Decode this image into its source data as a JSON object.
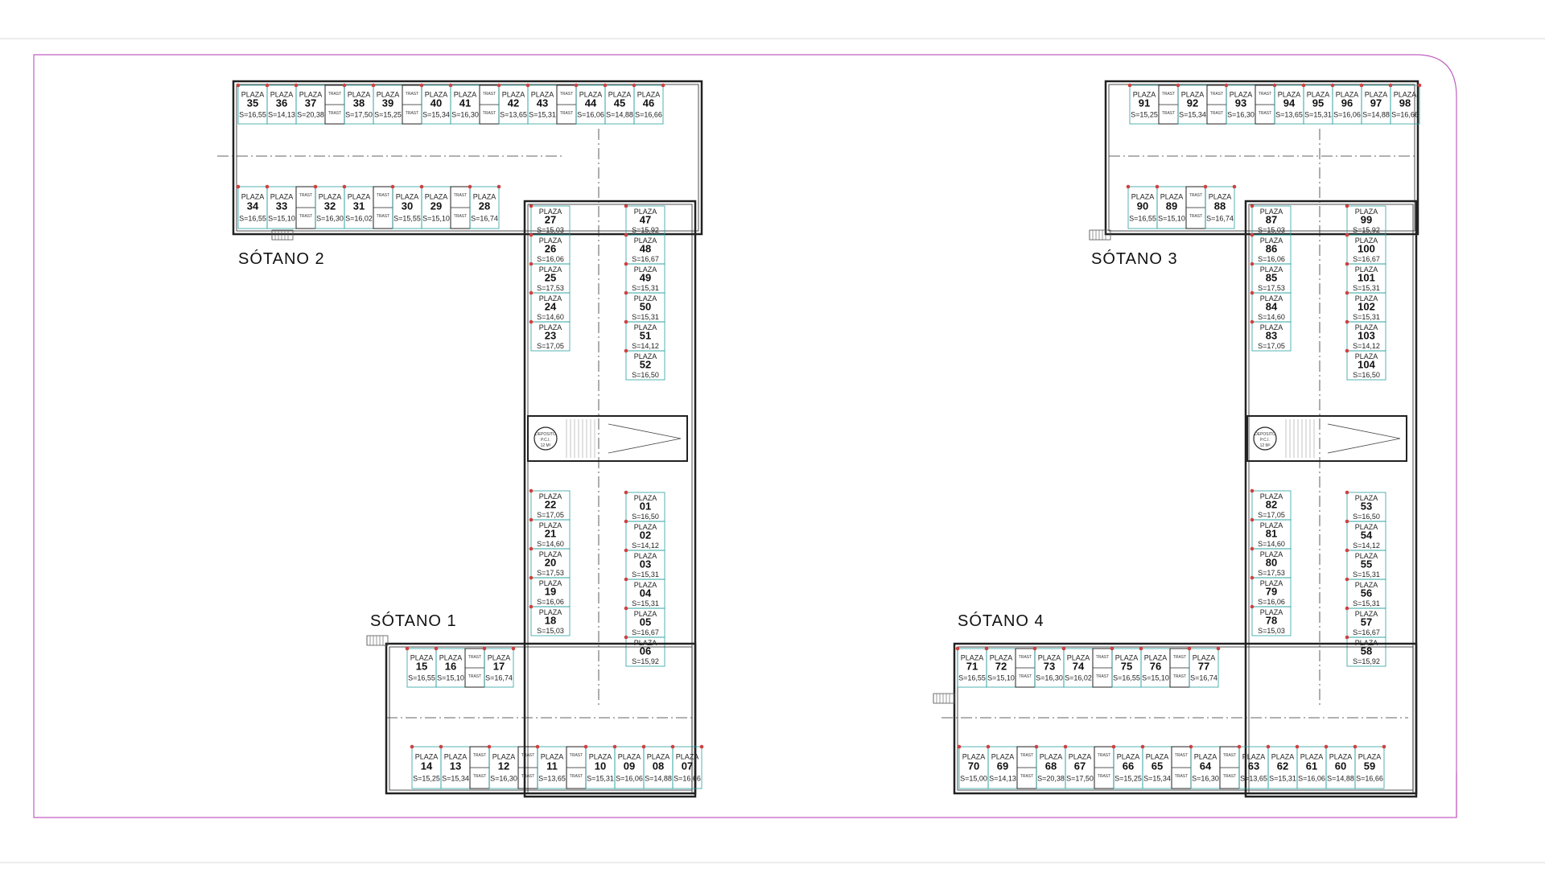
{
  "levels": [
    {
      "title": "SÓTANO 2"
    },
    {
      "title": "SÓTANO 3"
    },
    {
      "title": "SÓTANO 1"
    },
    {
      "title": "SÓTANO 4"
    }
  ],
  "plaza_word": "PLAZA",
  "trast_word": "TRAST",
  "deposito": [
    "DEPOSITO",
    "P.C.I.",
    "12 M³"
  ],
  "spaces": {
    "s2_top": [
      [
        "35",
        "S=16,55"
      ],
      [
        "36",
        "S=14,13"
      ],
      [
        "37",
        "S=20,38"
      ],
      [
        "38",
        "S=17,50"
      ],
      [
        "39",
        "S=15,25"
      ],
      [
        "40",
        "S=15,34"
      ],
      [
        "41",
        "S=16,30"
      ],
      [
        "42",
        "S=13,65"
      ],
      [
        "43",
        "S=15,31"
      ],
      [
        "44",
        "S=16,06"
      ],
      [
        "45",
        "S=14,88"
      ],
      [
        "46",
        "S=16,66"
      ]
    ],
    "s2_bottom": [
      [
        "34",
        "S=16,55"
      ],
      [
        "33",
        "S=15,10"
      ],
      [
        "32",
        "S=16,30"
      ],
      [
        "31",
        "S=16,02"
      ],
      [
        "30",
        "S=15,55"
      ],
      [
        "29",
        "S=15,10"
      ],
      [
        "28",
        "S=16,74"
      ]
    ],
    "s2_left": [
      [
        "27",
        "S=15,03"
      ],
      [
        "26",
        "S=16,06"
      ],
      [
        "25",
        "S=17,53"
      ],
      [
        "24",
        "S=14,60"
      ],
      [
        "23",
        "S=17,05"
      ]
    ],
    "s2_right": [
      [
        "47",
        "S=15,92"
      ],
      [
        "48",
        "S=16,67"
      ],
      [
        "49",
        "S=15,31"
      ],
      [
        "50",
        "S=15,31"
      ],
      [
        "51",
        "S=14,12"
      ],
      [
        "52",
        "S=16,50"
      ]
    ],
    "s1_left": [
      [
        "22",
        "S=17,05"
      ],
      [
        "21",
        "S=14,60"
      ],
      [
        "20",
        "S=17,53"
      ],
      [
        "19",
        "S=16,06"
      ],
      [
        "18",
        "S=15,03"
      ]
    ],
    "s1_right": [
      [
        "01",
        "S=16,50"
      ],
      [
        "02",
        "S=14,12"
      ],
      [
        "03",
        "S=15,31"
      ],
      [
        "04",
        "S=15,31"
      ],
      [
        "05",
        "S=16,67"
      ],
      [
        "06",
        "S=15,92"
      ]
    ],
    "s1_top": [
      [
        "15",
        "S=16,55"
      ],
      [
        "16",
        "S=15,10"
      ],
      [
        "17",
        "S=16,74"
      ]
    ],
    "s1_bottom": [
      [
        "14",
        "S=15,25"
      ],
      [
        "13",
        "S=15,34"
      ],
      [
        "12",
        "S=16,30"
      ],
      [
        "11",
        "S=13,65"
      ],
      [
        "10",
        "S=15,31"
      ],
      [
        "09",
        "S=16,06"
      ],
      [
        "08",
        "S=14,88"
      ],
      [
        "07",
        "S=16,66"
      ]
    ],
    "s3_top": [
      [
        "91",
        "S=15,25"
      ],
      [
        "92",
        "S=15,34"
      ],
      [
        "93",
        "S=16,30"
      ],
      [
        "94",
        "S=13,65"
      ],
      [
        "95",
        "S=15,31"
      ],
      [
        "96",
        "S=16,06"
      ],
      [
        "97",
        "S=14,88"
      ],
      [
        "98",
        "S=16,66"
      ]
    ],
    "s3_bottom": [
      [
        "90",
        "S=16,55"
      ],
      [
        "89",
        "S=15,10"
      ],
      [
        "88",
        "S=16,74"
      ]
    ],
    "s3_left": [
      [
        "87",
        "S=15,03"
      ],
      [
        "86",
        "S=16,06"
      ],
      [
        "85",
        "S=17,53"
      ],
      [
        "84",
        "S=14,60"
      ],
      [
        "83",
        "S=17,05"
      ]
    ],
    "s3_right": [
      [
        "99",
        "S=15,92"
      ],
      [
        "100",
        "S=16,67"
      ],
      [
        "101",
        "S=15,31"
      ],
      [
        "102",
        "S=15,31"
      ],
      [
        "103",
        "S=14,12"
      ],
      [
        "104",
        "S=16,50"
      ]
    ],
    "s4_left": [
      [
        "82",
        "S=17,05"
      ],
      [
        "81",
        "S=14,60"
      ],
      [
        "80",
        "S=17,53"
      ],
      [
        "79",
        "S=16,06"
      ],
      [
        "78",
        "S=15,03"
      ]
    ],
    "s4_right": [
      [
        "53",
        "S=16,50"
      ],
      [
        "54",
        "S=14,12"
      ],
      [
        "55",
        "S=15,31"
      ],
      [
        "56",
        "S=15,31"
      ],
      [
        "57",
        "S=16,67"
      ],
      [
        "58",
        "S=15,92"
      ]
    ],
    "s4_top": [
      [
        "71",
        "S=16,55"
      ],
      [
        "72",
        "S=15,10"
      ],
      [
        "73",
        "S=16,30"
      ],
      [
        "74",
        "S=16,02"
      ],
      [
        "75",
        "S=16,55"
      ],
      [
        "76",
        "S=15,10"
      ],
      [
        "77",
        "S=16,74"
      ]
    ],
    "s4_bottom": [
      [
        "70",
        "S=15,00"
      ],
      [
        "69",
        "S=14,13"
      ],
      [
        "68",
        "S=20,38"
      ],
      [
        "67",
        "S=17,50"
      ],
      [
        "66",
        "S=15,25"
      ],
      [
        "65",
        "S=15,34"
      ],
      [
        "64",
        "S=16,30"
      ],
      [
        "63",
        "S=13,65"
      ],
      [
        "62",
        "S=15,31"
      ],
      [
        "61",
        "S=16,06"
      ],
      [
        "60",
        "S=14,88"
      ],
      [
        "59",
        "S=16,66"
      ]
    ]
  },
  "colors": {
    "frame": "#c060c0",
    "wall": "#222222",
    "bay": "#2aa0a0",
    "column": "#d04040",
    "axis": "#333333"
  }
}
